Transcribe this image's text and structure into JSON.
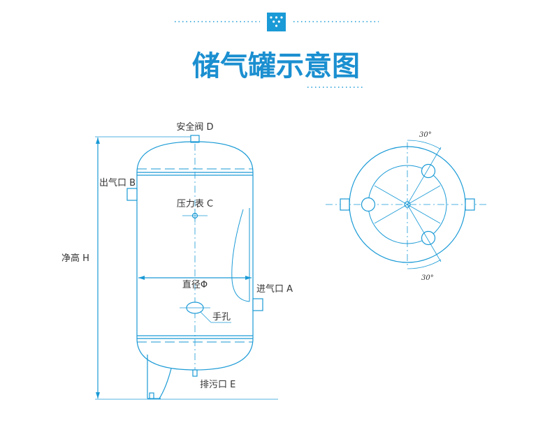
{
  "header": {
    "title": "储气罐示意图"
  },
  "colors": {
    "primary": "#1a9ad6",
    "title": "#1b8fd0",
    "dark": "#333333"
  },
  "labels": {
    "safety_valve": "安全阀 D",
    "outlet": "出气口 B",
    "pressure_gauge": "压力表 C",
    "height": "净高 H",
    "diameter": "直径Φ",
    "inlet": "进气口 A",
    "hand_hole": "手孔",
    "drain": "排污口 E"
  },
  "top_view": {
    "angle_top": "30°",
    "angle_bottom": "30°"
  }
}
